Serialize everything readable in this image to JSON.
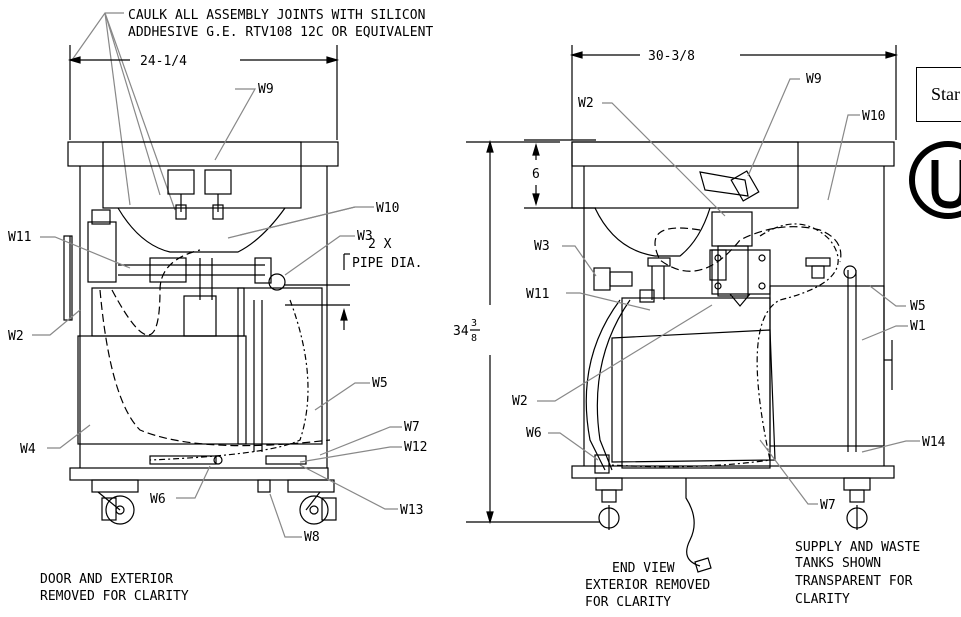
{
  "notes": {
    "caulk_line1": "CAULK ALL ASSEMBLY JOINTS WITH SILICON",
    "caulk_line2": "ADDHESIVE G.E. RTV108 12C OR EQUIVALENT",
    "front_caption_1": "DOOR  AND EXTERIOR",
    "front_caption_2": "REMOVED FOR CLARITY",
    "end_caption_1": "END VIEW",
    "end_caption_2": "EXTERIOR REMOVED",
    "end_caption_3": "FOR CLARITY",
    "tank_caption_1": "SUPPLY AND WASTE",
    "tank_caption_2": "TANKS SHOWN",
    "tank_caption_3": "TRANSPARENT FOR",
    "tank_caption_4": "CLARITY",
    "pipe_note_1": "2 X",
    "pipe_note_2": "PIPE DIA."
  },
  "dimensions": {
    "front_width": "24-1/4",
    "side_width": "30-3/8",
    "sink_depth": "6",
    "height_whole": "34",
    "height_num": "3",
    "height_den": "8"
  },
  "labels_front": {
    "w9": "W9",
    "w10": "W10",
    "w11": "W11",
    "w3": "W3",
    "w2": "W2",
    "w5": "W5",
    "w4": "W4",
    "w7": "W7",
    "w12": "W12",
    "w6": "W6",
    "w13": "W13",
    "w8": "W8"
  },
  "labels_side": {
    "w2_top": "W2",
    "w9": "W9",
    "w10": "W10",
    "w3": "W3",
    "w11": "W11",
    "w5": "W5",
    "w1": "W1",
    "w2_low": "W2",
    "w6": "W6",
    "w14": "W14",
    "w7": "W7"
  },
  "badge": {
    "text": "Star"
  }
}
